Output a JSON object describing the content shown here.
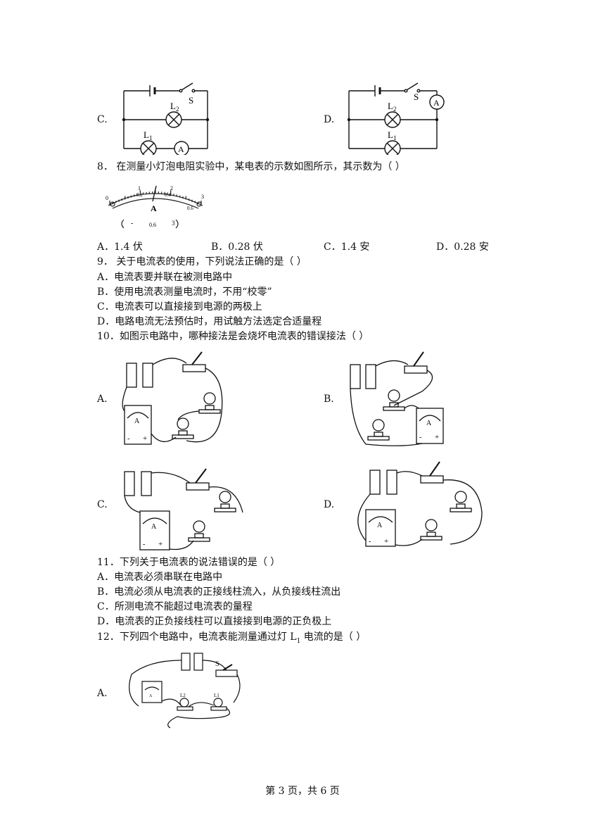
{
  "q7": {
    "labels": [
      "C.",
      "D."
    ],
    "circuit_text": {
      "s": "S",
      "l1": "L",
      "l2": "L",
      "sub1": "1",
      "sub2": "2",
      "a": "A"
    }
  },
  "q8": {
    "stem": "8．  在测量小灯泡电阻实验中，某电表的示数如图所示，其示数为（          ）",
    "meter": {
      "scale_top": [
        "0",
        "1",
        "2",
        "3"
      ],
      "scale_bottom": [
        "0.2",
        "0.4",
        "0.6"
      ],
      "unit": "A",
      "terminals": [
        "-",
        "0.6",
        "3"
      ]
    },
    "options": [
      "A．1.4 伏",
      "B．0.28 伏",
      "C．1.4 安",
      "D．0.28 安"
    ]
  },
  "q9": {
    "stem": "9．  关于电流表的使用，下列说法正确的是（          ）",
    "options": [
      "A．电流表要并联在被测电路中",
      "B．使用电流表测量电流时，不用“校零”",
      "C．电流表可以直接接到电源的两极上",
      "D．电路电流无法预估时，用试触方法选定合适量程"
    ]
  },
  "q10": {
    "stem": "10．如图示电路中，哪种接法是会烧坏电流表的错误接法（          ）",
    "labels": [
      "A.",
      "B.",
      "C.",
      "D."
    ],
    "meter_text": {
      "unit": "A",
      "minus": "-",
      "plus": "+"
    }
  },
  "q11": {
    "stem": "11．下列关于电流表的说法错误的是（          ）",
    "options": [
      "A．电流表必须串联在电路中",
      "B．电流必须从电流表的正接线柱流入，从负接线柱流出",
      "C．所测电流不能超过电流表的量程",
      "D．电流表的正负接线柱可以直接接到电源的正负极上"
    ]
  },
  "q12": {
    "stem_before": "12．下列四个电路中，电流表能测量通过灯 ",
    "stem_l": "L",
    "stem_sub": "1",
    "stem_after": " 电流的是（          ）",
    "labels": [
      "A."
    ],
    "figure_text": {
      "s": "S",
      "l1": "L1",
      "l2": "L2",
      "a": "A"
    }
  },
  "footer": "第 3 页，共 6 页"
}
